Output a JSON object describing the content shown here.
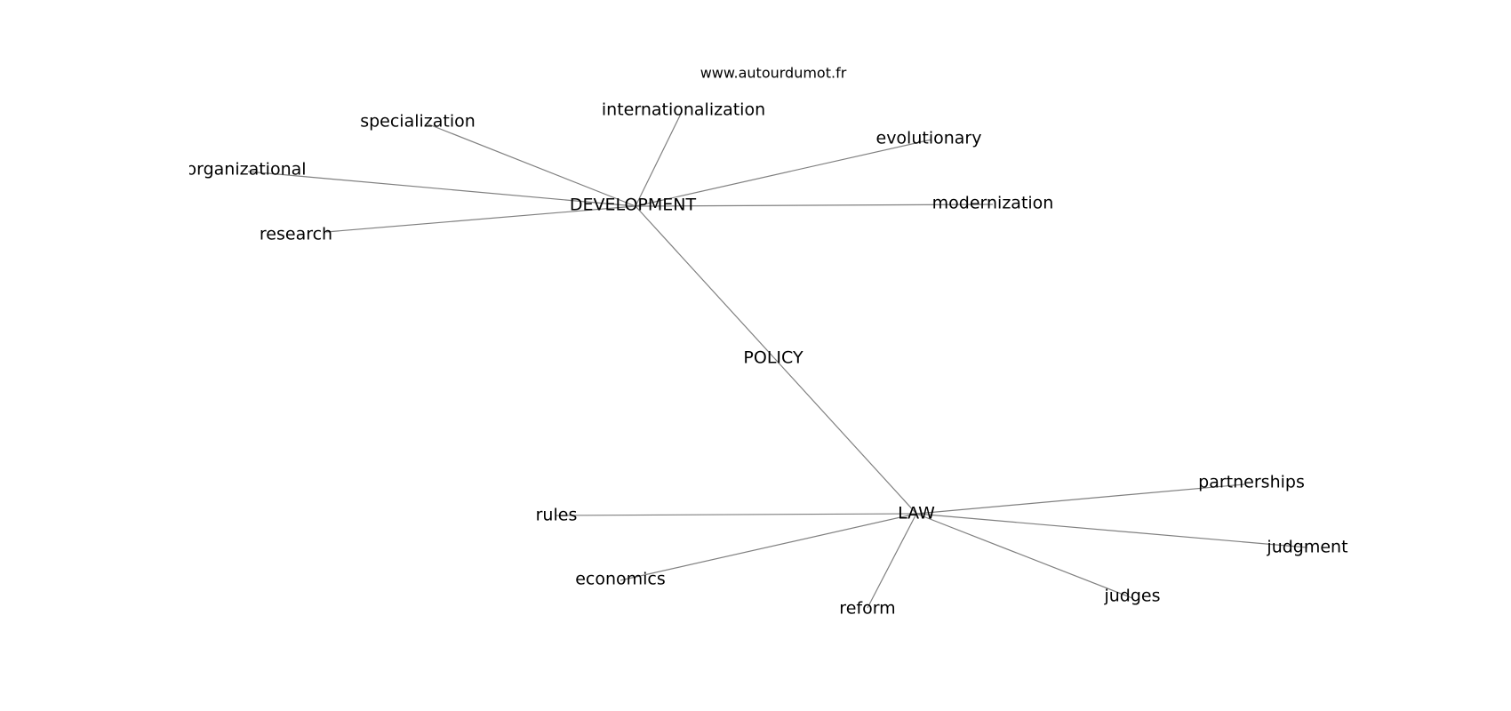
{
  "credit": "www.autourdumot.fr",
  "center_node": "POLICY",
  "hubs": {
    "development": "DEVELOPMENT",
    "law": "LAW"
  },
  "development_terms": {
    "specialization": "specialization",
    "internationalization": "internationalization",
    "evolutionary": "evolutionary",
    "organizational": "organizational",
    "modernization": "modernization",
    "research": "research"
  },
  "law_terms": {
    "partnerships": "partnerships",
    "rules": "rules",
    "judgment": "judgment",
    "economics": "economics",
    "judges": "judges",
    "reform": "reform"
  },
  "edges": [
    [
      "development",
      "specialization"
    ],
    [
      "development",
      "internationalization"
    ],
    [
      "development",
      "evolutionary"
    ],
    [
      "development",
      "organizational"
    ],
    [
      "development",
      "modernization"
    ],
    [
      "development",
      "research"
    ],
    [
      "development",
      "law"
    ],
    [
      "law",
      "partnerships"
    ],
    [
      "law",
      "rules"
    ],
    [
      "law",
      "judgment"
    ],
    [
      "law",
      "economics"
    ],
    [
      "law",
      "judges"
    ],
    [
      "law",
      "reform"
    ]
  ]
}
